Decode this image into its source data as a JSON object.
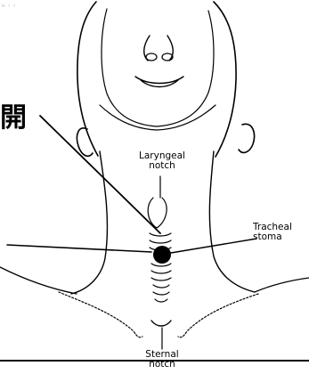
{
  "labels": {
    "cjk_char": "開",
    "laryngeal_notch": [
      "Laryngeal",
      "notch"
    ],
    "tracheal_stoma": [
      "Tracheal",
      "stoma"
    ],
    "sternal_notch": [
      "Sternal",
      "notch"
    ]
  }
}
